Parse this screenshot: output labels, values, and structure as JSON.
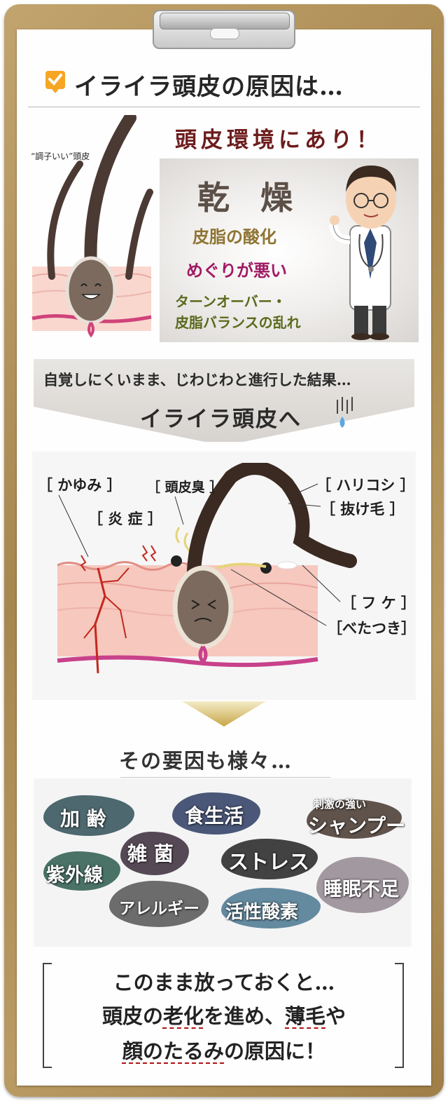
{
  "header": {
    "title": "イライラ頭皮の原因は…",
    "check_icon": "checkmark-box-icon"
  },
  "cause": {
    "headline": "頭皮環境にあり！",
    "healthy_label": "“調子いい”頭皮",
    "dryness": "乾 燥",
    "oxidation": "皮脂の酸化",
    "circulation": "めぐりが悪い",
    "turnover_line1": "ターンオーバー・",
    "turnover_line2": "皮脂バランスの乱れ"
  },
  "banner": {
    "line1": "自覚しにくいまま、じわじわと進行した結果…",
    "line2": "イライラ頭皮へ"
  },
  "symptoms": {
    "itch": "［ かゆみ ］",
    "odor": "［ 頭皮臭 ］",
    "inflammation": "［ 炎 症 ］",
    "firmness": "［ ハリコシ ］",
    "hair_loss": "［ 抜け毛 ］",
    "dandruff": "［ フ ケ ］",
    "sticky": "［べたつき］"
  },
  "reasons": {
    "heading": "その要因も様々…",
    "items": {
      "aging": "加 齢",
      "diet": "食生活",
      "shampoo_small": "刺激の強い",
      "shampoo": "シャンプー",
      "bacteria": "雑 菌",
      "uv": "紫外線",
      "stress": "ストレス",
      "allergy": "アレルギー",
      "active_oxygen": "活性酸素",
      "sleep": "睡眠不足"
    },
    "colors": {
      "aging": "#2f4f57",
      "diet": "#2c3b62",
      "shampoo": "#3b2a20",
      "bacteria": "#3a2a3a",
      "uv": "#2c5a4e",
      "stress": "#222222",
      "allergy": "#4a4a4a",
      "active_oxygen": "#3f6f8a",
      "sleep": "#6b5a66"
    }
  },
  "conclusion": {
    "line1": "このまま放っておくと…",
    "line2_a": "頭皮の",
    "line2_b": "老化",
    "line2_c": "を進め、",
    "line2_d": "薄毛",
    "line2_e": "や",
    "line3_a": "顔のたるみ",
    "line3_b": "の原因に！"
  }
}
